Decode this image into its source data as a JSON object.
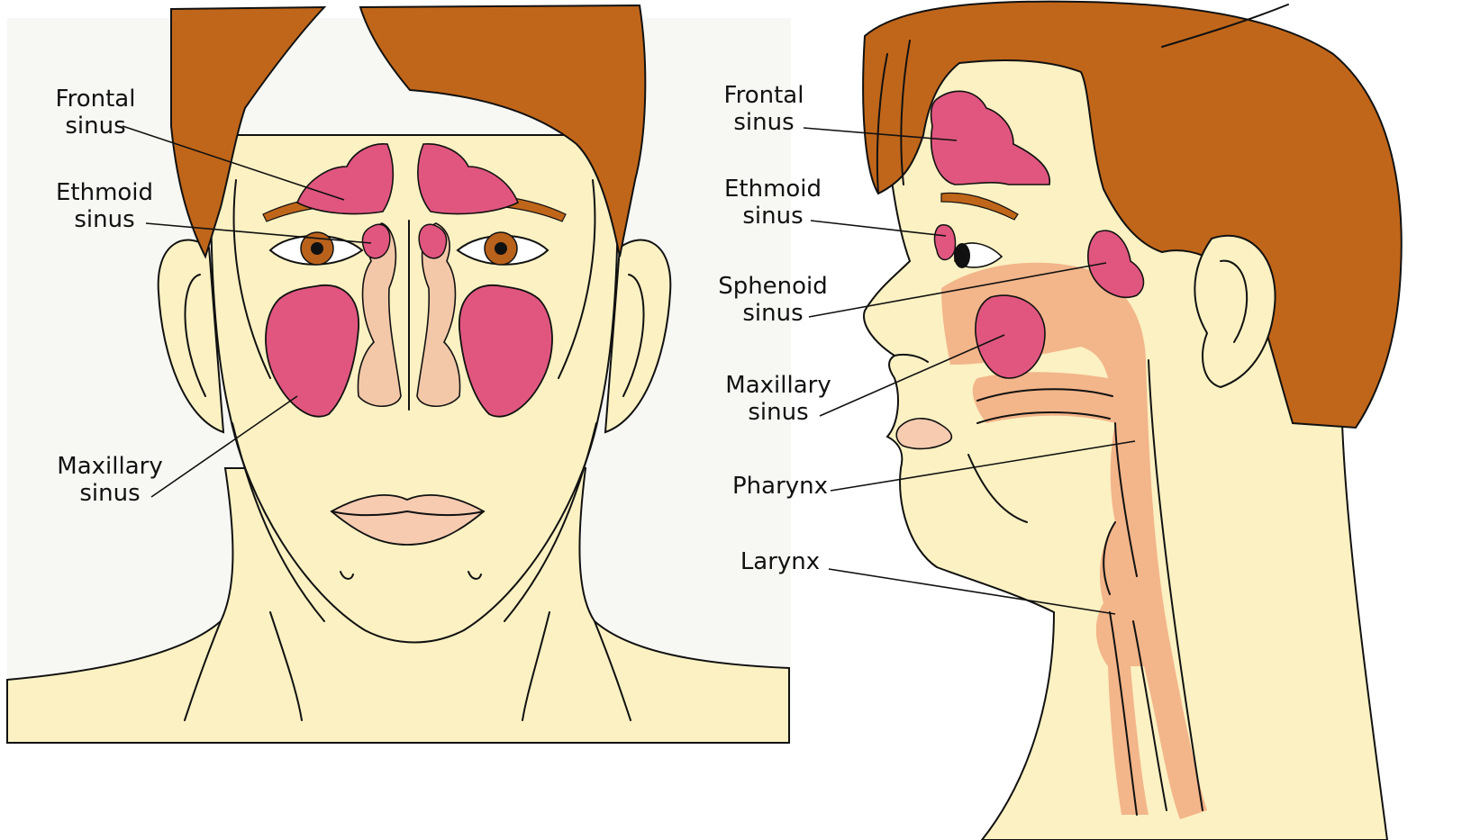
{
  "colors": {
    "skin": "#fbf1c2",
    "hair": "#c0661a",
    "sinus": "#e0567f",
    "airway": "#f3b58a",
    "lips": "#f6cbb0",
    "iris": "#b9621c",
    "outline": "#111111",
    "background": "#ffffff"
  },
  "front_view": {
    "labels": {
      "frontal": [
        "Frontal",
        "sinus"
      ],
      "ethmoid": [
        "Ethmoid",
        "sinus"
      ],
      "maxillary": [
        "Maxillary",
        "sinus"
      ]
    }
  },
  "side_view": {
    "labels": {
      "frontal": [
        "Frontal",
        "sinus"
      ],
      "ethmoid": [
        "Ethmoid",
        "sinus"
      ],
      "sphenoid": [
        "Sphenoid",
        "sinus"
      ],
      "maxillary": [
        "Maxillary",
        "sinus"
      ],
      "pharynx": "Pharynx",
      "larynx": "Larynx"
    }
  }
}
